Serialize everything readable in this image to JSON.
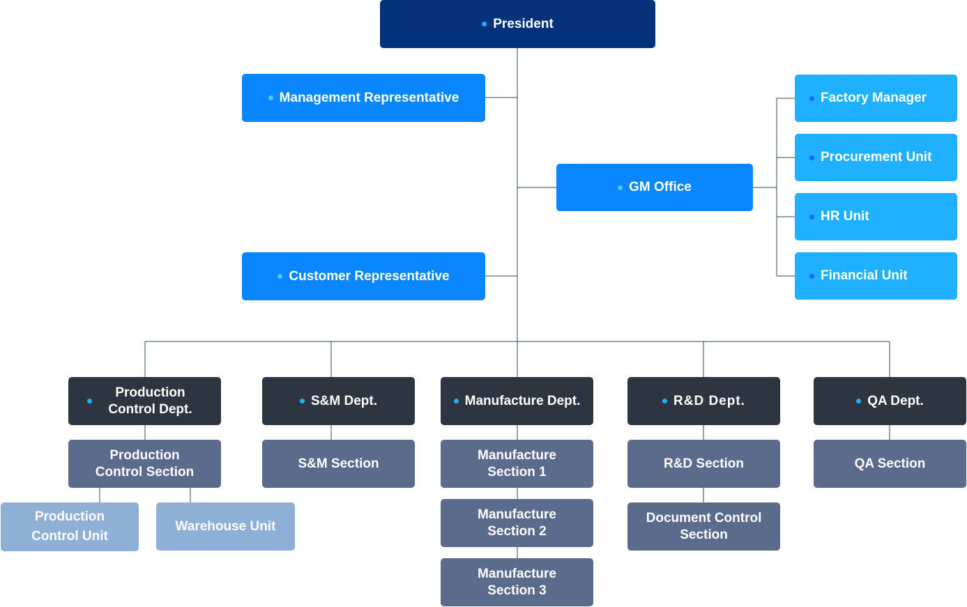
{
  "top": {
    "president": "President"
  },
  "staff": {
    "management_rep": "Management Representative",
    "customer_rep": "Customer Representative",
    "gm_office": "GM Office"
  },
  "gm_units": [
    "Factory Manager",
    "Procurement Unit",
    "HR Unit",
    "Financial Unit"
  ],
  "departments": [
    {
      "name": "Production Control Dept.",
      "sections": [
        "Production Control Section"
      ],
      "units": [
        "Production Control Unit",
        "Warehouse Unit"
      ]
    },
    {
      "name": "S&M Dept.",
      "sections": [
        "S&M Section"
      ]
    },
    {
      "name": "Manufacture Dept.",
      "sections": [
        "Manufacture Section 1",
        "Manufacture Section 2",
        "Manufacture Section 3"
      ]
    },
    {
      "name": "R&D Dept.",
      "sections": [
        "R&D Section",
        "Document Control Section"
      ]
    },
    {
      "name": "QA Dept.",
      "sections": [
        "QA Section"
      ]
    }
  ],
  "colors": {
    "president": "#03317a",
    "staff": "#0a86ff",
    "gm_units": "#1fb1ff",
    "departments": "#2d3540",
    "sections": "#5b6b8c",
    "units": "#8eafd6",
    "connector": "#2e4a63"
  }
}
